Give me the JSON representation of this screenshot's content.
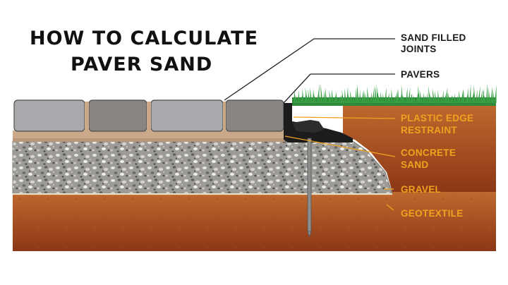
{
  "title": {
    "line1": "HOW TO CALCULATE",
    "line2": "PAVER SAND"
  },
  "labels": {
    "sand_filled_joints_line1": "SAND FILLED",
    "sand_filled_joints_line2": "JOINTS",
    "pavers": "PAVERS",
    "plastic_edge_restraint_line1": "PLASTIC EDGE",
    "plastic_edge_restraint_line2": "RESTRAINT",
    "concrete_sand_line1": "CONCRETE",
    "concrete_sand_line2": "SAND",
    "gravel": "GRAVEL",
    "geotextile": "GEOTEXTILE"
  },
  "colors": {
    "label_dark": "#1a1a1a",
    "label_orange": "#f0a21f",
    "paver_light": "#a9aaad",
    "paver_dark": "#8a8580",
    "sand": "#c9a98a",
    "gravel": "#9a9a9a",
    "soil_top": "#b8652c",
    "soil_bottom": "#8f3a17",
    "grass": "#2f8a3a",
    "edge_restraint": "#1c1c1c"
  }
}
